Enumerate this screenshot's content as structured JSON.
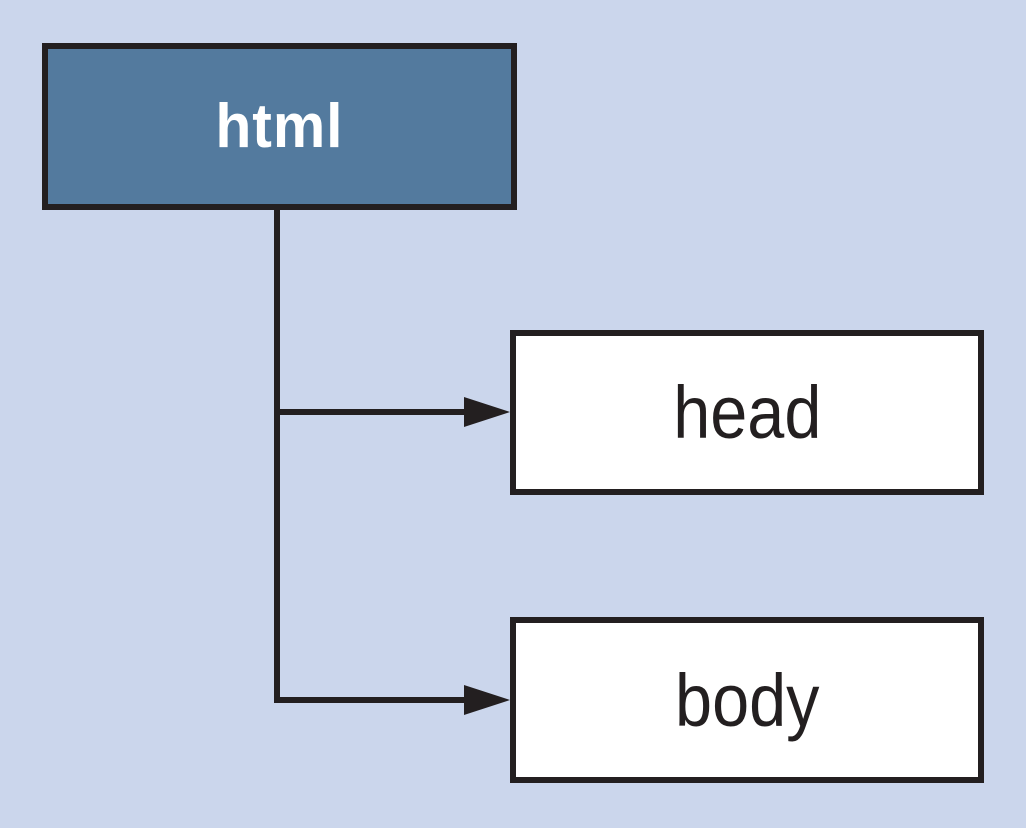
{
  "diagram": {
    "type": "tree",
    "nodes": [
      {
        "id": "html",
        "label": "html",
        "role": "root"
      },
      {
        "id": "head",
        "label": "head",
        "role": "child"
      },
      {
        "id": "body",
        "label": "body",
        "role": "child"
      }
    ],
    "edges": [
      {
        "from": "html",
        "to": "head",
        "style": "elbow-arrow"
      },
      {
        "from": "html",
        "to": "body",
        "style": "elbow-arrow"
      }
    ]
  },
  "colors": {
    "background": "#CBD6EC",
    "root_fill": "#537A9E",
    "root_text": "#FFFFFF",
    "child_fill": "#FFFFFF",
    "child_text": "#231F20",
    "ink": "#231F20",
    "line": "#231F20"
  }
}
